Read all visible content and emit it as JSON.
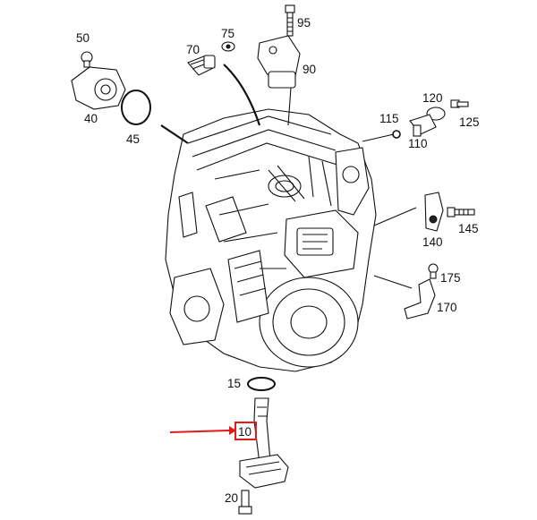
{
  "labels": {
    "p95": "95",
    "p50": "50",
    "p75": "75",
    "p70": "70",
    "p90": "90",
    "p40": "40",
    "p45": "45",
    "p120": "120",
    "p125": "125",
    "p115": "115",
    "p110": "110",
    "p140": "140",
    "p145": "145",
    "p175": "175",
    "p170": "170",
    "p15": "15",
    "p10": "10",
    "p20": "20"
  },
  "colors": {
    "highlight": "#e11b1b",
    "ink": "#111111"
  },
  "highlighted_part": "10"
}
